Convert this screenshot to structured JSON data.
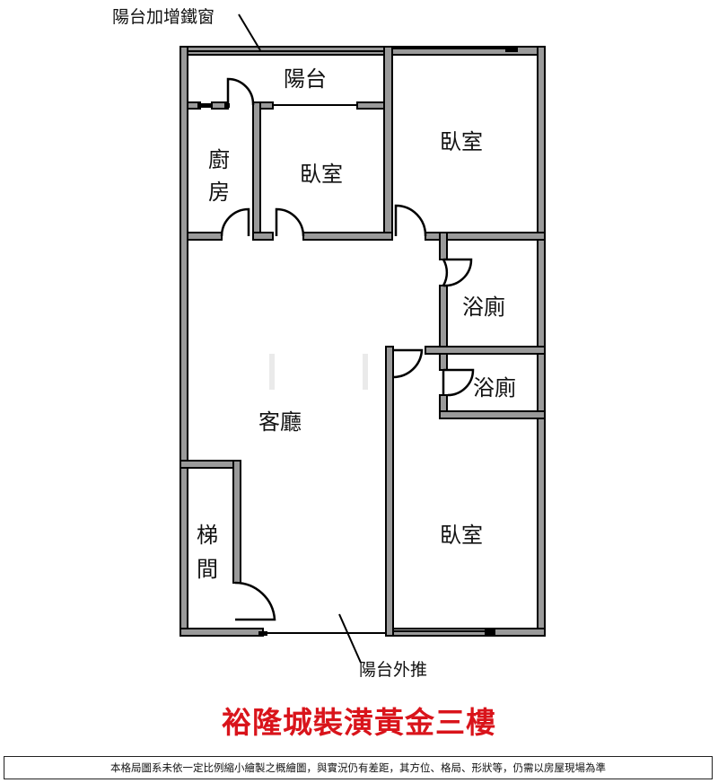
{
  "annotations": {
    "balcony_window": "陽台加增鐵窗",
    "balcony_push": "陽台外推"
  },
  "rooms": {
    "balcony": "陽台",
    "kitchen_1": "廚",
    "kitchen_2": "房",
    "bedroom_small": "臥室",
    "bedroom_top_right": "臥室",
    "bath_1": "浴廁",
    "bath_2": "浴廁",
    "living": "客廳",
    "stair_1": "梯",
    "stair_2": "間",
    "bedroom_bottom_right": "臥室"
  },
  "title": "裕隆城裝潢黃金三樓",
  "disclaimer": "本格局圖系未依一定比例縮小繪製之概繪圖，與實況仍有差距，其方位、格局、形狀等，仍需以房屋現場為準",
  "colors": {
    "wall_fill": "#9a9a9a",
    "wall_stroke": "#000000",
    "title": "#d9141b"
  }
}
